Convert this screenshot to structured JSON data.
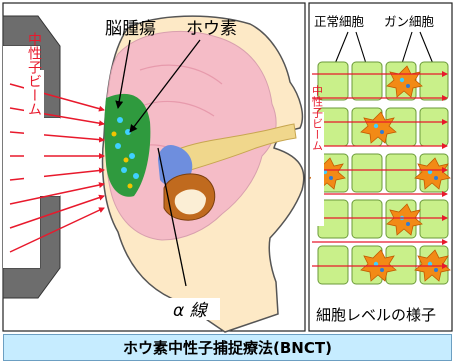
{
  "left_panel": {
    "tumor_label": "脳腫瘍",
    "boron_label": "ホウ素",
    "beam_label": "中性子ビーム",
    "alpha_label": "α 線"
  },
  "right_panel": {
    "normal_cell_label": "正常細胞",
    "cancer_cell_label": "ガン細胞",
    "beam_label": "中性子ビーム",
    "bottom_label": "細胞レベルの様子"
  },
  "caption": "ホウ素中性子捕捉療法(BNCT)",
  "colors": {
    "beam": "#e8192c",
    "cell_fill": "#c9f08a",
    "cancer_star": "#f28a16",
    "caption_bg": "#c6ecff",
    "skin": "#fde9c6",
    "brain": "#f5bcc7",
    "tumor": "#2f9a3e",
    "device": "#6d6d6d"
  }
}
